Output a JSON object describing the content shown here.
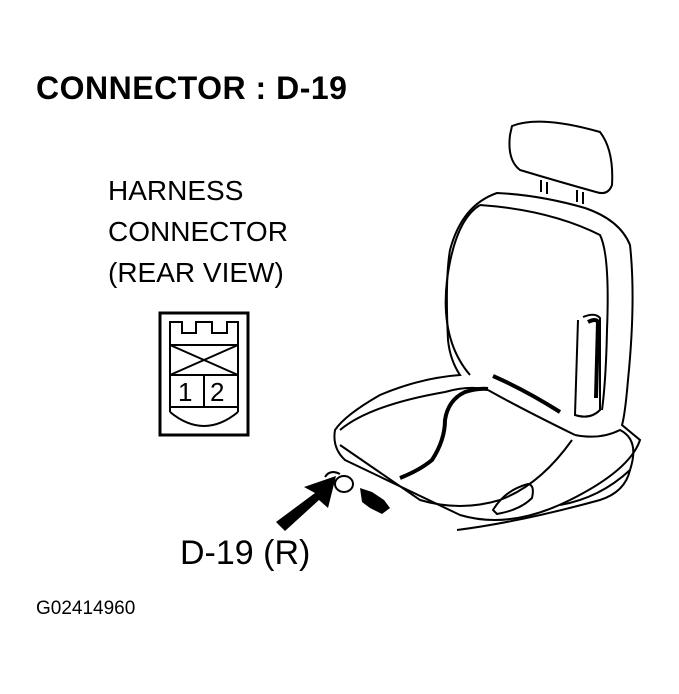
{
  "title": "CONNECTOR : D-19",
  "harness_label": {
    "line1": "HARNESS",
    "line2": "CONNECTOR",
    "line3": "(REAR VIEW)"
  },
  "connector": {
    "pins": [
      "1",
      "2"
    ]
  },
  "callout_label": "D-19 (R)",
  "figure_code": "G02414960",
  "icons": {
    "arrow": "arrow-pointer-icon",
    "seat": "seat-illustration",
    "connector": "connector-face-diagram"
  }
}
